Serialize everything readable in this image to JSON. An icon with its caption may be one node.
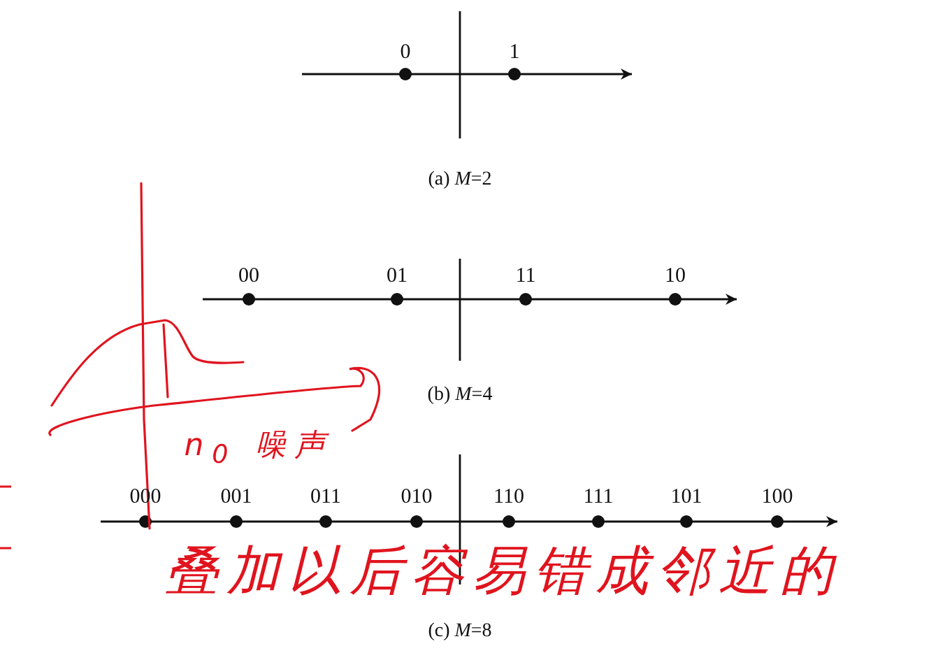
{
  "diagram": {
    "labels": [
      "0",
      "1",
      "(a) *M*=2",
      "00",
      "01",
      "11",
      "10",
      "(b) *M*=4",
      "n$_{0}$ 噪声",
      "000",
      "001",
      "011",
      "010",
      "110",
      "111",
      "101",
      "100",
      "叠加以后容易错成邻近的",
      "(c) *M*=8"
    ]
  }
}
